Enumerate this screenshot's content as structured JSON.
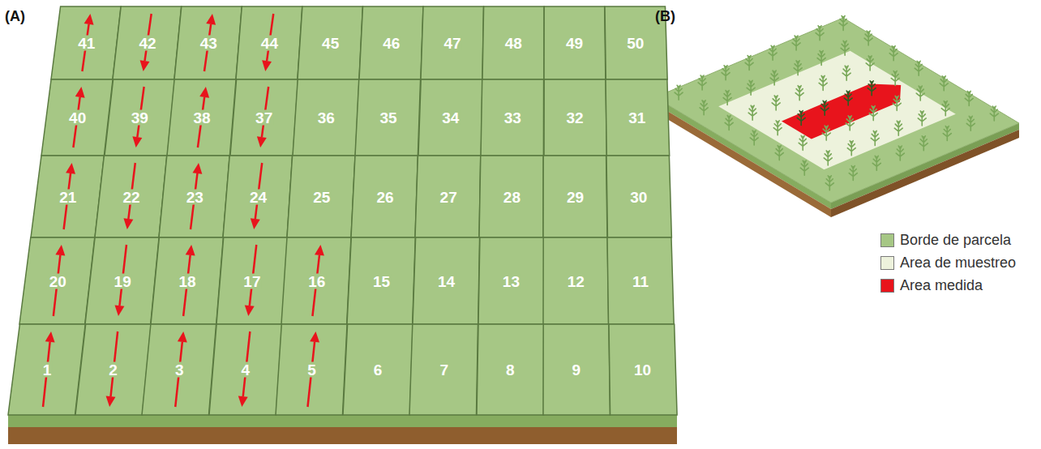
{
  "diagram": {
    "nodes": [
      {
        "text": [
          "41"
        ]
      },
      {
        "text": [
          "42"
        ]
      },
      {
        "text": [
          "43"
        ]
      },
      {
        "text": [
          "44"
        ]
      },
      {
        "text": [
          "45"
        ]
      },
      {
        "text": [
          "46"
        ]
      },
      {
        "text": [
          "47"
        ]
      },
      {
        "text": [
          "48"
        ]
      },
      {
        "text": [
          "49"
        ]
      },
      {
        "text": [
          "50"
        ]
      },
      {
        "text": [
          "40"
        ]
      },
      {
        "text": [
          "39"
        ]
      },
      {
        "text": [
          "38"
        ]
      },
      {
        "text": [
          "37"
        ]
      },
      {
        "text": [
          "36"
        ]
      },
      {
        "text": [
          "35"
        ]
      },
      {
        "text": [
          "34"
        ]
      },
      {
        "text": [
          "33"
        ]
      },
      {
        "text": [
          "32"
        ]
      },
      {
        "text": [
          "31"
        ]
      },
      {
        "text": [
          "21"
        ]
      },
      {
        "text": [
          "22"
        ]
      },
      {
        "text": [
          "23"
        ]
      },
      {
        "text": [
          "24"
        ]
      },
      {
        "text": [
          "25"
        ]
      },
      {
        "text": [
          "26"
        ]
      },
      {
        "text": [
          "27"
        ]
      },
      {
        "text": [
          "28"
        ]
      },
      {
        "text": [
          "29"
        ]
      },
      {
        "text": [
          "30"
        ]
      },
      {
        "text": [
          "20"
        ]
      },
      {
        "text": [
          "19"
        ]
      },
      {
        "text": [
          "18"
        ]
      },
      {
        "text": [
          "17"
        ]
      },
      {
        "text": [
          "16"
        ]
      },
      {
        "text": [
          "15"
        ]
      },
      {
        "text": [
          "14"
        ]
      },
      {
        "text": [
          "13"
        ]
      },
      {
        "text": [
          "12"
        ]
      },
      {
        "text": [
          "11"
        ]
      },
      {
        "text": [
          "1"
        ]
      },
      {
        "text": [
          "2"
        ]
      },
      {
        "text": [
          "3"
        ]
      },
      {
        "text": [
          "4"
        ]
      },
      {
        "text": [
          "5"
        ]
      },
      {
        "text": [
          "6"
        ]
      },
      {
        "text": [
          "7"
        ]
      },
      {
        "text": [
          "8"
        ]
      },
      {
        "text": [
          "9"
        ]
      },
      {
        "text": [
          "10"
        ]
      }
    ],
    "labels": [
      "(A)",
      "(B)"
    ],
    "legend": [
      {
        "text": "Borde de parcela",
        "color": "#a6c785"
      },
      {
        "text": "Area de muestreo",
        "color": "#edf2dc"
      },
      {
        "text": "Area medida",
        "color": "#e8141c"
      }
    ]
  }
}
